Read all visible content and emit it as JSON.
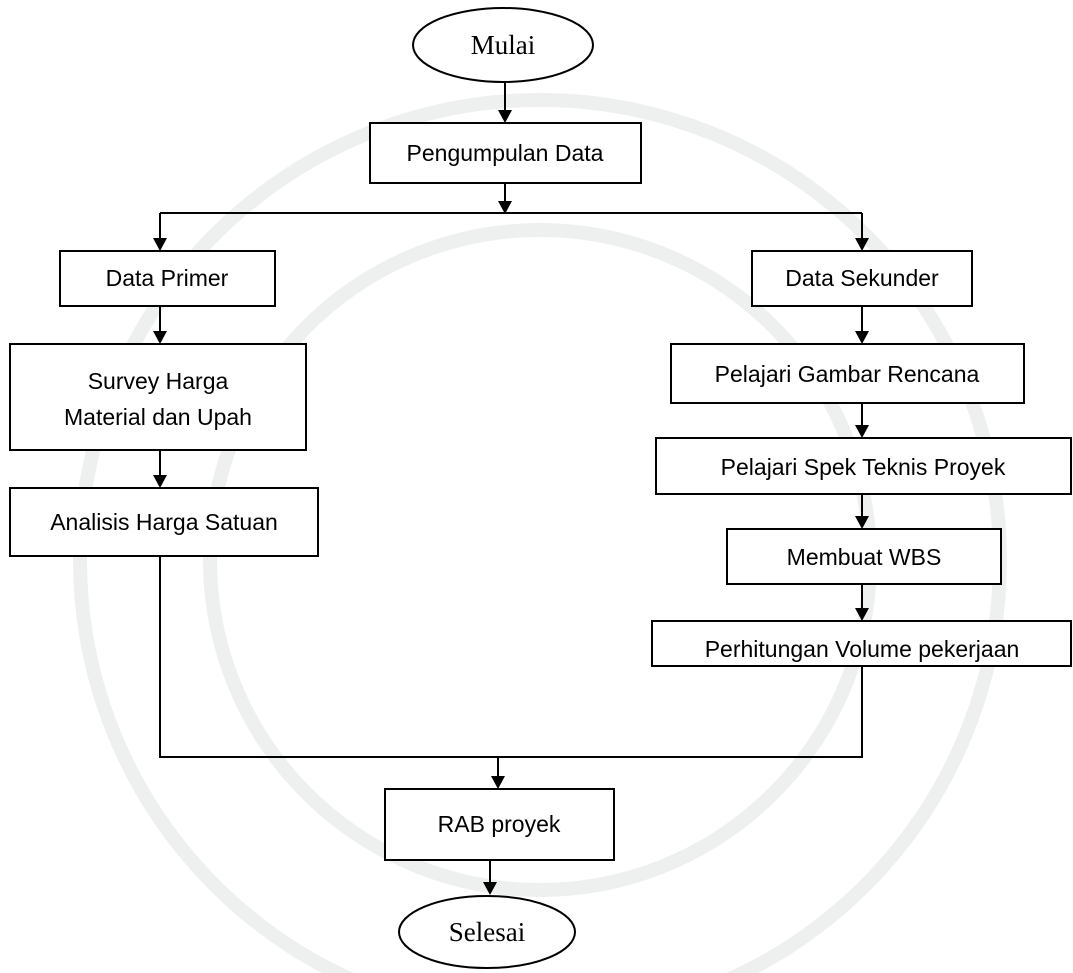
{
  "flowchart": {
    "start": "Mulai",
    "collect": "Pengumpulan Data",
    "primary": {
      "title": "Data Primer",
      "survey_line1": "Survey Harga",
      "survey_line2": "Material dan Upah",
      "analysis": "Analisis Harga Satuan"
    },
    "secondary": {
      "title": "Data Sekunder",
      "plans": "Pelajari Gambar Rencana",
      "specs": "Pelajari Spek Teknis Proyek",
      "wbs": "Membuat WBS",
      "volume": "Perhitungan Volume pekerjaan"
    },
    "rab": "RAB proyek",
    "end": "Selesai"
  },
  "colors": {
    "line": "#000000",
    "box_fill": "#ffffff",
    "watermark": "#eef0f0"
  }
}
